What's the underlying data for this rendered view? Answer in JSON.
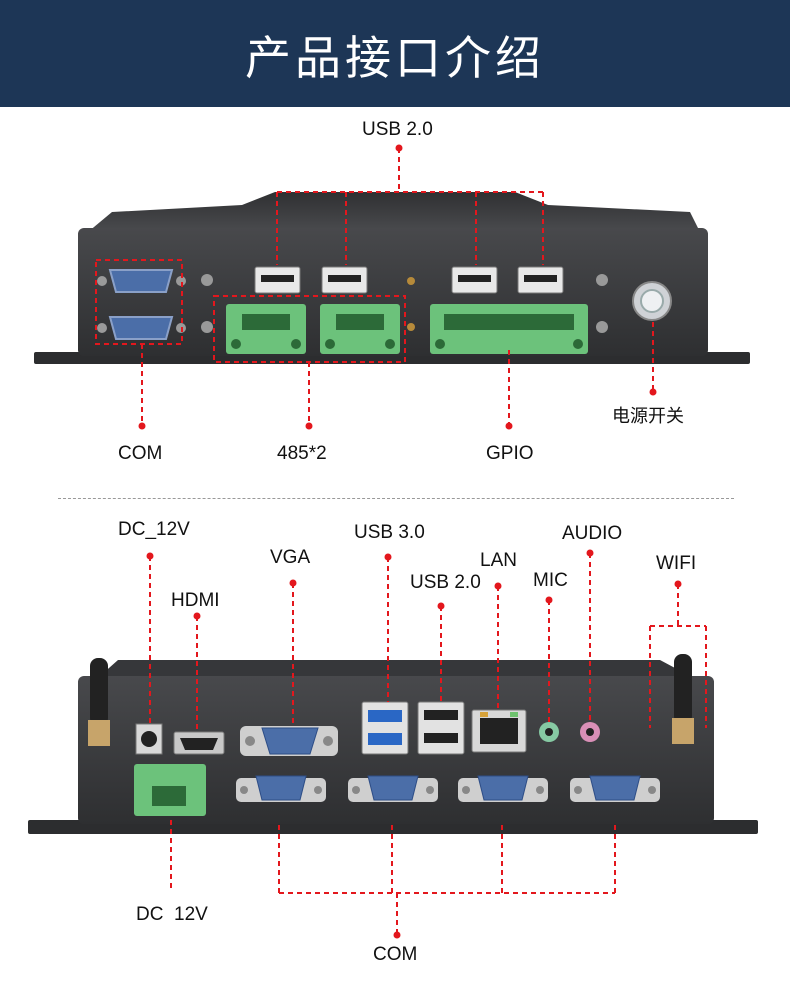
{
  "banner": {
    "title": "产品接口介绍"
  },
  "top_panel": {
    "labels": {
      "usb2": "USB 2.0",
      "com": "COM",
      "rs485": "485*2",
      "gpio": "GPIO",
      "power": "电源开关"
    }
  },
  "bottom_panel": {
    "labels": {
      "dc_top": "DC_12V",
      "hdmi": "HDMI",
      "vga": "VGA",
      "usb3": "USB 3.0",
      "usb2": "USB 2.0",
      "lan": "LAN",
      "mic": "MIC",
      "audio": "AUDIO",
      "wifi": "WIFI",
      "dc_bottom": "DC  12V",
      "com": "COM"
    }
  },
  "colors": {
    "banner": "#1d3656",
    "chassis": "#3a3b3e",
    "callout": "#e3171d",
    "terminal": "#6cc27b",
    "db9": "#4b6ea8",
    "usb3": "#2a67c5"
  }
}
